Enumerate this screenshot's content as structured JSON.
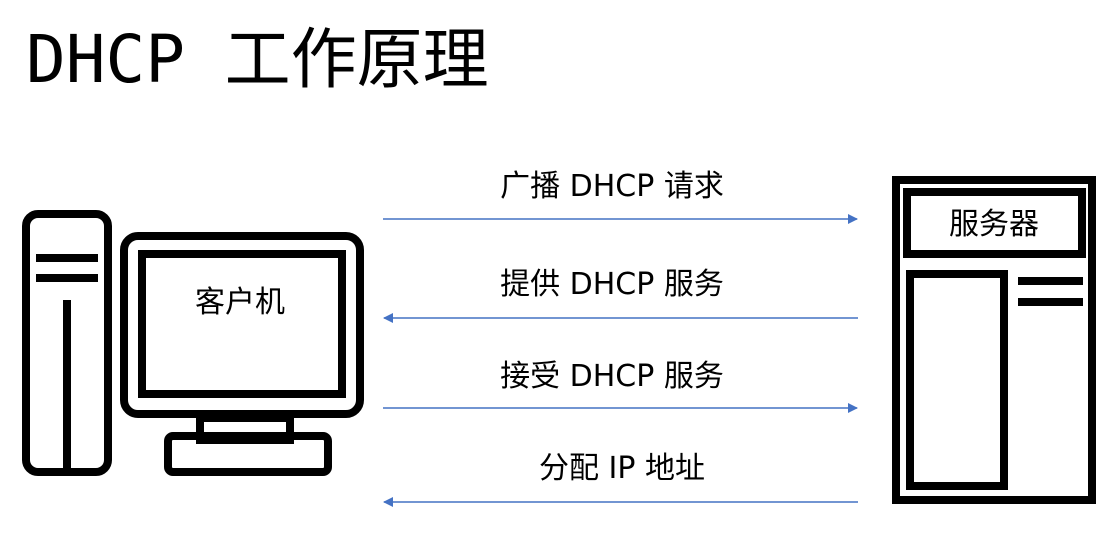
{
  "title": "DHCP 工作原理",
  "client_label": "客户机",
  "server_label": "服务器",
  "messages": [
    {
      "text": "广播 DHCP 请求",
      "direction": "client-to-server"
    },
    {
      "text": "提供 DHCP 服务",
      "direction": "server-to-client"
    },
    {
      "text": "接受 DHCP 服务",
      "direction": "client-to-server"
    },
    {
      "text": "分配 IP 地址",
      "direction": "server-to-client"
    }
  ],
  "colors": {
    "arrow": "#4472c4",
    "outline": "#000000",
    "text": "#000000"
  },
  "icons": {
    "client": "desktop-computer-icon",
    "server": "server-tower-icon"
  }
}
